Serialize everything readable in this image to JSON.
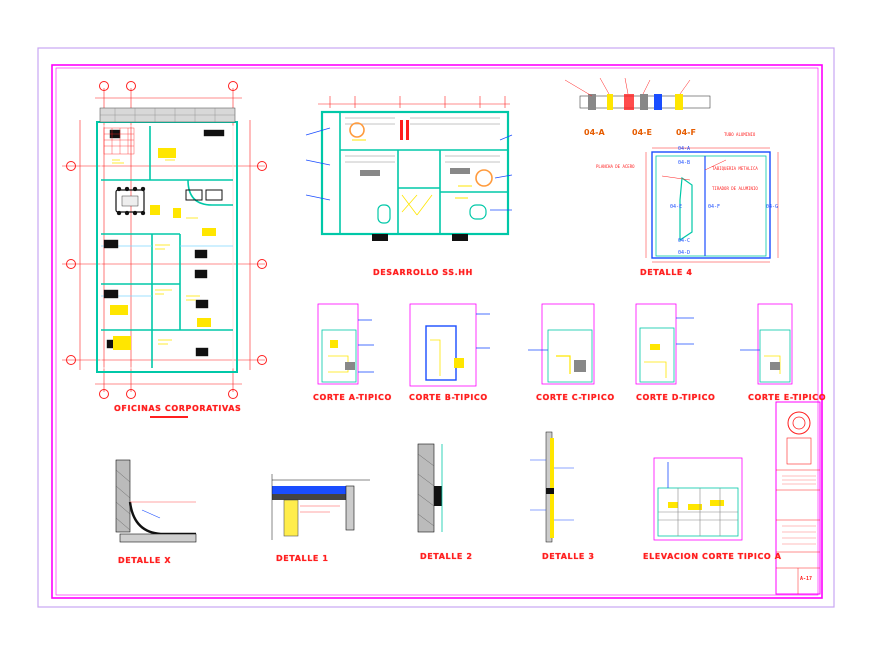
{
  "drawing": {
    "titles": {
      "plan": "OFICINAS CORPORATIVAS",
      "bathroom": "DESARROLLO SS.HH",
      "detail4": "DETALLE 4",
      "corte_a": "CORTE A-TIPICO",
      "corte_b": "CORTE B-TIPICO",
      "corte_c": "CORTE C-TIPICO",
      "corte_d": "CORTE D-TIPICO",
      "corte_e": "CORTE E-TIPICO",
      "detalle_x": "DETALLE X",
      "detalle_1": "DETALLE 1",
      "detalle_2": "DETALLE 2",
      "detalle_3": "DETALLE 3",
      "elevacion": "ELEVACION CORTE TIPICO A"
    },
    "door_tags": [
      "04-A",
      "04-B",
      "04-C",
      "04-D",
      "04-E",
      "04-F",
      "04-G"
    ],
    "profile_tags": [
      "04-A",
      "04-E",
      "04-F"
    ],
    "door_notes": [
      "TUBO ALUMINIO",
      "PLANCHA DE ACERO",
      "TABIQUERIA METALICA",
      "TIRADOR DE ALUMINIO"
    ],
    "sheet_number": "A-17",
    "colors": {
      "frame": "#ff1f1f",
      "border": "#ff00ff",
      "wall": "#00c8a8",
      "accent": "#ffe600",
      "line": "#1a4dff",
      "dark": "#000000"
    }
  }
}
